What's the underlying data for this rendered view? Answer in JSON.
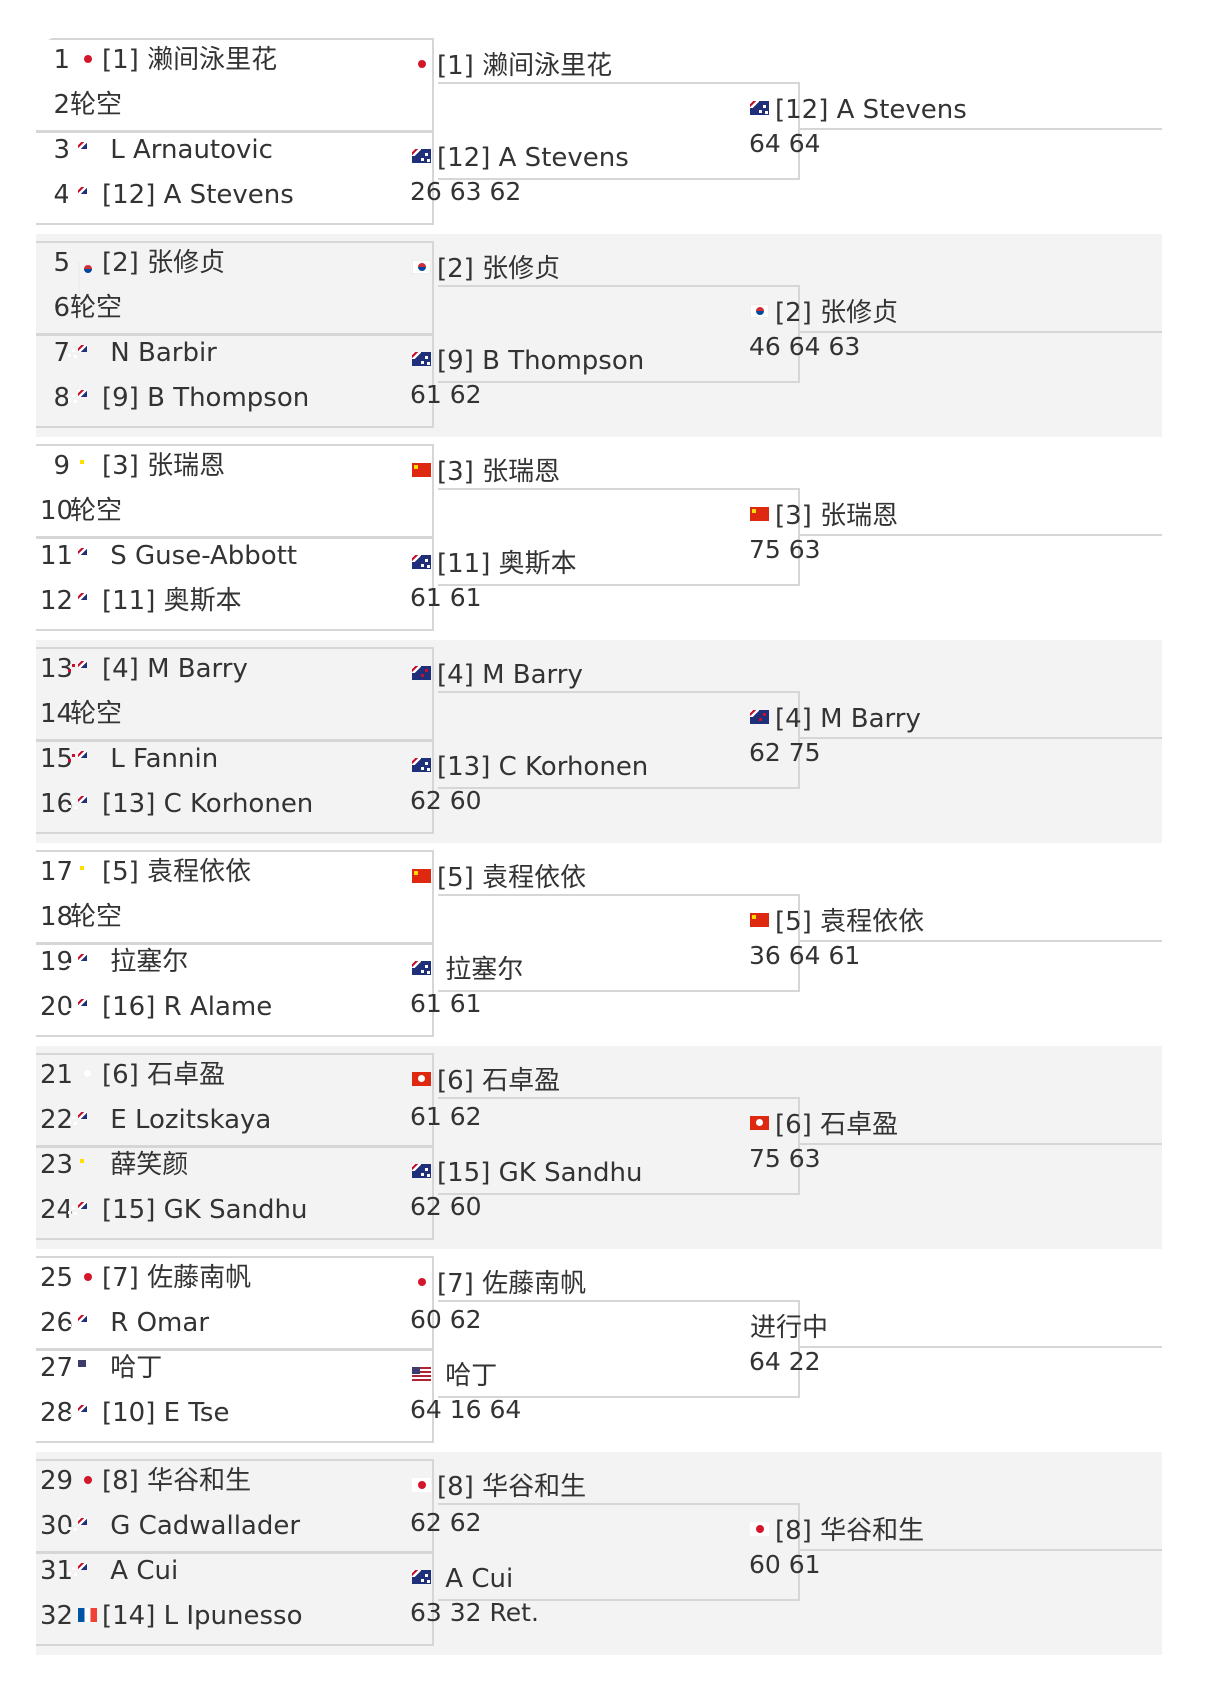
{
  "sections": [
    {
      "players": [
        {
          "num": "1",
          "flag": "jp",
          "name": "[1] 濑间泳里花"
        },
        {
          "num": "2",
          "flag": "",
          "name": "轮空"
        },
        {
          "num": "3",
          "flag": "au",
          "name": " L Arnautovic"
        },
        {
          "num": "4",
          "flag": "au",
          "name": "[12] A Stevens"
        }
      ],
      "qf": [
        {
          "flag": "jp",
          "name": "[1] 濑间泳里花",
          "score": ""
        },
        {
          "flag": "au",
          "name": "[12] A Stevens",
          "score": "26 63 62"
        }
      ],
      "sf": {
        "flag": "au",
        "name": "[12] A Stevens",
        "score": "64 64"
      }
    },
    {
      "players": [
        {
          "num": "5",
          "flag": "kr",
          "name": "[2] 张修贞"
        },
        {
          "num": "6",
          "flag": "",
          "name": "轮空"
        },
        {
          "num": "7",
          "flag": "au",
          "name": " N Barbir"
        },
        {
          "num": "8",
          "flag": "au",
          "name": "[9] B Thompson"
        }
      ],
      "qf": [
        {
          "flag": "kr",
          "name": "[2] 张修贞",
          "score": ""
        },
        {
          "flag": "au",
          "name": "[9] B Thompson",
          "score": "61 62"
        }
      ],
      "sf": {
        "flag": "kr",
        "name": "[2] 张修贞",
        "score": "46 64 63"
      }
    },
    {
      "players": [
        {
          "num": "9",
          "flag": "cn",
          "name": "[3] 张瑞恩"
        },
        {
          "num": "10",
          "flag": "",
          "name": "轮空"
        },
        {
          "num": "11",
          "flag": "au",
          "name": " S Guse-Abbott"
        },
        {
          "num": "12",
          "flag": "au",
          "name": "[11] 奥斯本"
        }
      ],
      "qf": [
        {
          "flag": "cn",
          "name": "[3] 张瑞恩",
          "score": ""
        },
        {
          "flag": "au",
          "name": "[11] 奥斯本",
          "score": "61 61"
        }
      ],
      "sf": {
        "flag": "cn",
        "name": "[3] 张瑞恩",
        "score": "75 63"
      }
    },
    {
      "players": [
        {
          "num": "13",
          "flag": "nz",
          "name": "[4] M Barry"
        },
        {
          "num": "14",
          "flag": "",
          "name": "轮空"
        },
        {
          "num": "15",
          "flag": "nz",
          "name": " L Fannin"
        },
        {
          "num": "16",
          "flag": "au",
          "name": "[13] C Korhonen"
        }
      ],
      "qf": [
        {
          "flag": "nz",
          "name": "[4] M Barry",
          "score": ""
        },
        {
          "flag": "au",
          "name": "[13] C Korhonen",
          "score": "62 60"
        }
      ],
      "sf": {
        "flag": "nz",
        "name": "[4] M Barry",
        "score": "62 75"
      }
    },
    {
      "players": [
        {
          "num": "17",
          "flag": "cn",
          "name": "[5] 袁程依依"
        },
        {
          "num": "18",
          "flag": "",
          "name": "轮空"
        },
        {
          "num": "19",
          "flag": "au",
          "name": " 拉塞尔"
        },
        {
          "num": "20",
          "flag": "au",
          "name": "[16] R Alame"
        }
      ],
      "qf": [
        {
          "flag": "cn",
          "name": "[5] 袁程依依",
          "score": ""
        },
        {
          "flag": "au",
          "name": " 拉塞尔",
          "score": "61 61"
        }
      ],
      "sf": {
        "flag": "cn",
        "name": "[5] 袁程依依",
        "score": "36 64 61"
      }
    },
    {
      "players": [
        {
          "num": "21",
          "flag": "hk",
          "name": "[6] 石卓盈"
        },
        {
          "num": "22",
          "flag": "au",
          "name": " E Lozitskaya"
        },
        {
          "num": "23",
          "flag": "cn",
          "name": " 薛笑颜"
        },
        {
          "num": "24",
          "flag": "au",
          "name": "[15] GK Sandhu"
        }
      ],
      "qf": [
        {
          "flag": "hk",
          "name": "[6] 石卓盈",
          "score": "61 62"
        },
        {
          "flag": "au",
          "name": "[15] GK Sandhu",
          "score": "62 60"
        }
      ],
      "sf": {
        "flag": "hk",
        "name": "[6] 石卓盈",
        "score": "75 63"
      }
    },
    {
      "players": [
        {
          "num": "25",
          "flag": "jp",
          "name": "[7] 佐藤南帆"
        },
        {
          "num": "26",
          "flag": "au",
          "name": " R Omar"
        },
        {
          "num": "27",
          "flag": "us",
          "name": " 哈丁"
        },
        {
          "num": "28",
          "flag": "au",
          "name": "[10] E Tse"
        }
      ],
      "qf": [
        {
          "flag": "jp",
          "name": "[7] 佐藤南帆",
          "score": "60 62"
        },
        {
          "flag": "us",
          "name": " 哈丁",
          "score": "64 16 64"
        }
      ],
      "sf": {
        "flag": "",
        "name": "进行中",
        "score": "64 22"
      }
    },
    {
      "players": [
        {
          "num": "29",
          "flag": "jp",
          "name": "[8] 华谷和生"
        },
        {
          "num": "30",
          "flag": "au",
          "name": " G Cadwallader"
        },
        {
          "num": "31",
          "flag": "au",
          "name": " A Cui"
        },
        {
          "num": "32",
          "flag": "fr",
          "name": "[14] L Ipunesso"
        }
      ],
      "qf": [
        {
          "flag": "jp",
          "name": "[8] 华谷和生",
          "score": "62 62"
        },
        {
          "flag": "au",
          "name": " A Cui",
          "score": "63 32 Ret."
        }
      ],
      "sf": {
        "flag": "jp",
        "name": "[8] 华谷和生",
        "score": "60 61"
      }
    }
  ]
}
